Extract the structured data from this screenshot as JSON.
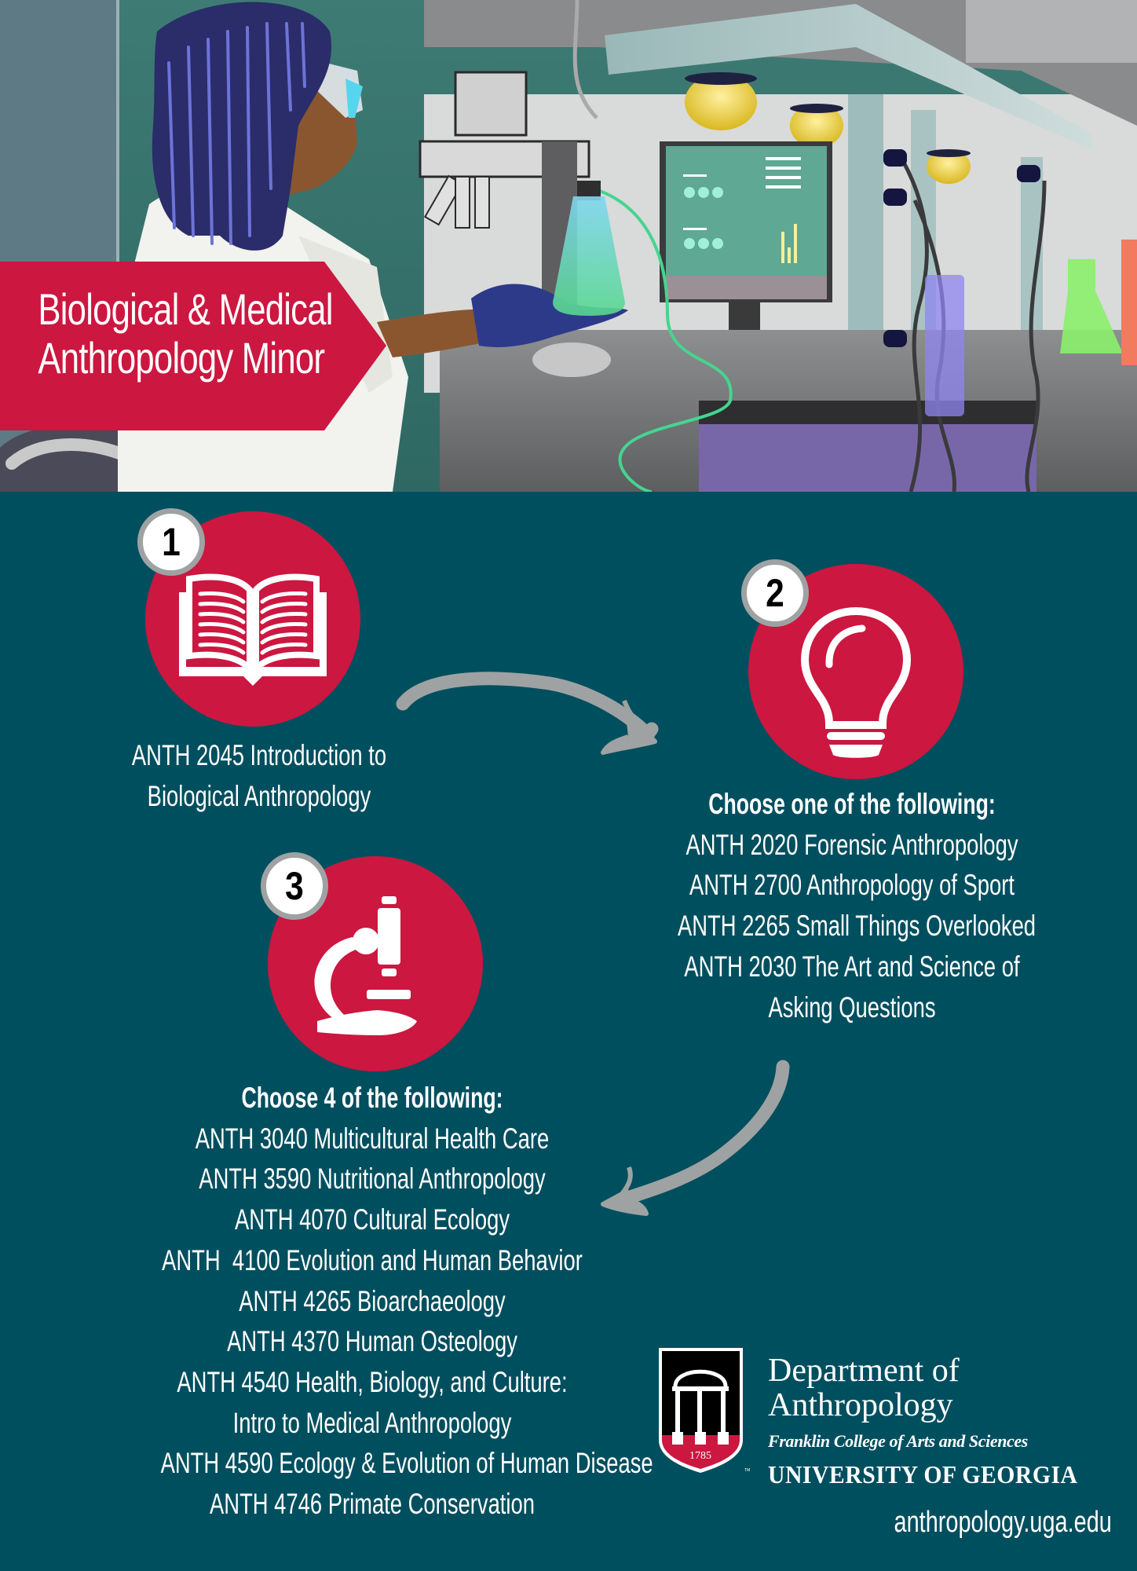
{
  "hero": {
    "title_lines": [
      "Biological & Medical",
      "Anthropology Minor"
    ],
    "illustration": "scientist-in-lab-holding-flask"
  },
  "colors": {
    "background": "#004f5f",
    "accent_red": "#cc1740",
    "arrow_gray": "#9ea2a3",
    "text": "#ffffff"
  },
  "steps": [
    {
      "number": "1",
      "icon": "open-book-icon",
      "heading": "",
      "lines": [
        "ANTH 2045 Introduction to",
        "Biological Anthropology"
      ]
    },
    {
      "number": "2",
      "icon": "lightbulb-icon",
      "heading": "Choose one of the following:",
      "lines": [
        "ANTH 2020 Forensic Anthropology",
        "ANTH 2700 Anthropology of Sport",
        "ANTH 2265 Small Things Overlooked",
        "ANTH 2030 The Art and Science of",
        "Asking Questions"
      ]
    },
    {
      "number": "3",
      "icon": "microscope-icon",
      "heading": "Choose 4 of the following:",
      "lines": [
        "ANTH 3040 Multicultural Health Care",
        "ANTH 3590 Nutritional Anthropology",
        "ANTH 4070 Cultural Ecology",
        "ANTH  4100 Evolution and Human Behavior",
        "ANTH 4265 Bioarchaeology",
        "ANTH 4370 Human Osteology",
        "ANTH 4540 Health, Biology, and Culture:",
        "Intro to Medical Anthropology",
        "ANTH 4590 Ecology & Evolution of Human Disease",
        "ANTH 4746 Primate Conservation"
      ]
    }
  ],
  "footer": {
    "logo_year": "1785",
    "logo_tm": "TM",
    "department_line1": "Department of",
    "department_line2": "Anthropology",
    "college": "Franklin College of Arts and Sciences",
    "university": "UNIVERSITY OF GEORGIA",
    "url": "anthropology.uga.edu"
  }
}
